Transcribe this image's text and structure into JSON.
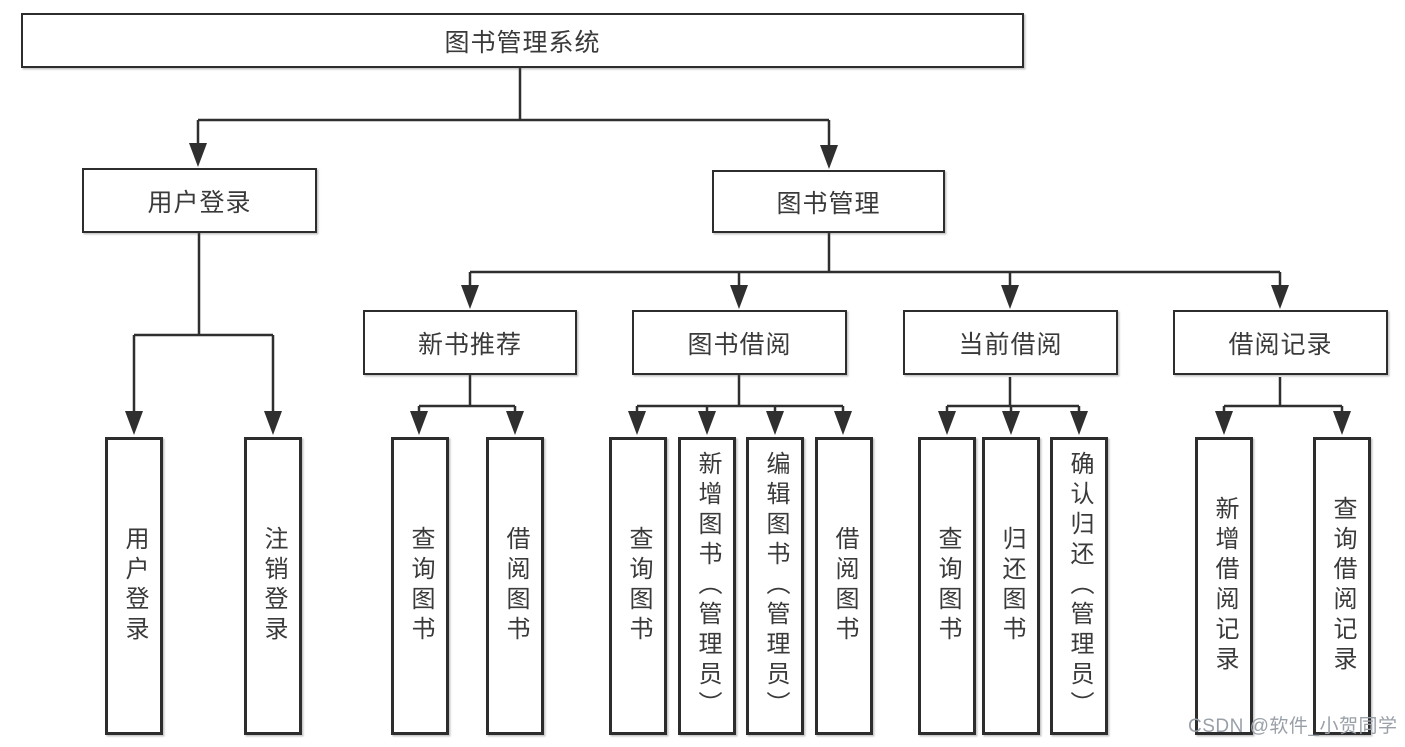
{
  "title": "图书管理系统",
  "tree": {
    "root": {
      "label": "图书管理系统"
    },
    "user_login": {
      "label": "用户登录",
      "children": [
        "用户登录",
        "注销登录"
      ]
    },
    "book_management": {
      "label": "图书管理",
      "sections": [
        {
          "label": "新书推荐",
          "children": [
            "查询图书",
            "借阅图书"
          ]
        },
        {
          "label": "图书借阅",
          "children": [
            "查询图书",
            "新增图书（管理员）",
            "编辑图书（管理员）",
            "借阅图书"
          ]
        },
        {
          "label": "当前借阅",
          "children": [
            "查询图书",
            "归还图书",
            "确认归还（管理员）"
          ]
        },
        {
          "label": "借阅记录",
          "children": [
            "新增借阅记录",
            "查询借阅记录"
          ]
        }
      ]
    }
  },
  "watermark": "CSDN @软件_小贺同学",
  "colors": {
    "line": "#2f2f2f",
    "box_border": "#2d2d2d",
    "text": "#3a3a3a",
    "watermark": "#9aa0a8",
    "background": "#ffffff"
  }
}
